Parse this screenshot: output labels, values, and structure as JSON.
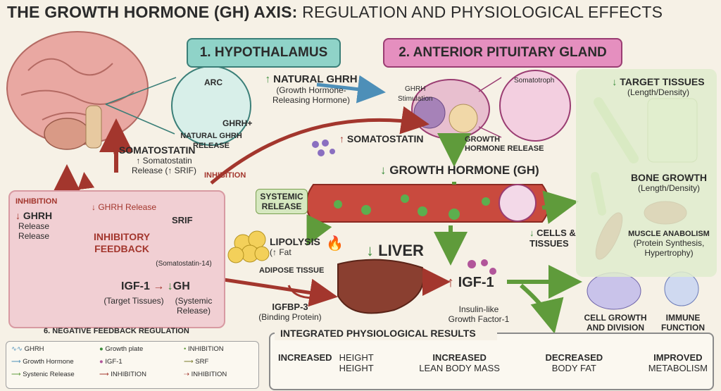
{
  "title": {
    "bold": "THE GROWTH HORMONE (GH) AXIS:",
    "light": "REGULATION AND PHYSIOLOGICAL EFFECTS"
  },
  "sections": {
    "hypothalamus": "1. HYPOTHALAMUS",
    "pituitary": "2. ANTERIOR PITUITARY GLAND"
  },
  "hypo_detail": {
    "arc": "ARC",
    "ghrh_plus": "GHRH+",
    "release": "NATURAL GHRH RELEASE"
  },
  "ghrh": {
    "title": "NATURAL GHRH",
    "sub1": "(Growth Hormone-",
    "sub2": "Releasing Hormone)"
  },
  "pituitary_detail": {
    "stim1": "GHRH",
    "stim2": "Stimulation",
    "cell": "Somatotroph",
    "release1": "GROWTH",
    "release2": "HORMONE RELEASE"
  },
  "somatostatin_center": "SOMATOSTATIN",
  "somatostatin_left": {
    "title": "SOMATOSTATIN",
    "sub1": "↑ Somatostatin",
    "sub2": "Release (↑ SRIF)"
  },
  "inhibition_mid": "INHIBITION",
  "gh_main": "GROWTH HORMONE (GH)",
  "systemic": {
    "l1": "SYSTEMIC",
    "l2": "RELEASE"
  },
  "lipolysis": {
    "title": "LIPOLYSIS",
    "sub": "(↑ Fat",
    "tissue": "ADIPOSE TISSUE"
  },
  "liver": "LIVER",
  "igfbp": {
    "title": "IGFBP-3",
    "sub": "(Binding Protein)"
  },
  "igf1": {
    "title": "IGF-1",
    "sub1": "Insulin-like",
    "sub2": "Growth Factor-1"
  },
  "cells": {
    "l1": "CELLS &",
    "l2": "TISSUES"
  },
  "targets": {
    "title": "TARGET TISSUES",
    "sub": "(Length/Density)"
  },
  "bone": {
    "title": "BONE GROWTH",
    "sub": "(Length/Density)"
  },
  "muscle": {
    "title": "MUSCLE ANABOLISM",
    "sub1": "(Protein Synthesis,",
    "sub2": "Hypertrophy)"
  },
  "cellgrowth": {
    "l1": "CELL GROWTH",
    "l2": "AND DIVISION"
  },
  "immune": {
    "l1": "IMMUNE",
    "l2": "FUNCTION"
  },
  "feedback": {
    "inhibition": "INHIBITION",
    "ghrh": "GHRH",
    "rel1": "Release",
    "rel2": "Release",
    "ghrh_release": "↓ GHRH Release",
    "title1": "INHIBITORY",
    "title2": "FEEDBACK",
    "srif": "SRIF",
    "srif_sub": "(Somatostatin-14)",
    "igf": "IGF-1",
    "arrow": "→",
    "gh": "GH",
    "target": "(Target Tissues)",
    "gh_sub1": "(Systemic",
    "gh_sub2": "Release)",
    "neg": "6. NEGATIVE FEEDBACK REGULATION"
  },
  "results": {
    "title": "INTEGRATED PHYSIOLOGICAL RESULTS",
    "cols": [
      {
        "h": "INCREASED",
        "v1": "HEIGHT",
        "v2": "HEIGHT"
      },
      {
        "h": "INCREASED",
        "v1": "LEAN BODY MASS",
        "v2": ""
      },
      {
        "h": "DECREASED",
        "v1": "BODY FAT",
        "v2": ""
      },
      {
        "h": "IMPROVED",
        "v1": "METABOLISM",
        "v2": ""
      }
    ]
  },
  "legend": {
    "items": [
      {
        "label": "GHRH",
        "icon": "wave-icon"
      },
      {
        "label": "Growth Hormone",
        "icon": "blue-arrow-icon"
      },
      {
        "label": "Systenic Release",
        "icon": "green-arrow-icon"
      },
      {
        "label": "Growth plate",
        "icon": "green-dot-icon"
      },
      {
        "label": "IGF-1",
        "icon": "purple-dot-icon"
      },
      {
        "label": "INHIBITION",
        "icon": "red-arrow-icon"
      },
      {
        "label": "INHIBITION",
        "icon": "small-green-dot-icon"
      },
      {
        "label": "SRF",
        "icon": "olive-arrow-icon"
      },
      {
        "label": "INHIBITION",
        "icon": "dashed-red-arrow-icon"
      }
    ]
  },
  "colors": {
    "teal": "#8fd3c8",
    "pink": "#e58fbf",
    "green": "#3a8c3a",
    "red": "#a3362d",
    "blue": "#4d8fb8"
  }
}
